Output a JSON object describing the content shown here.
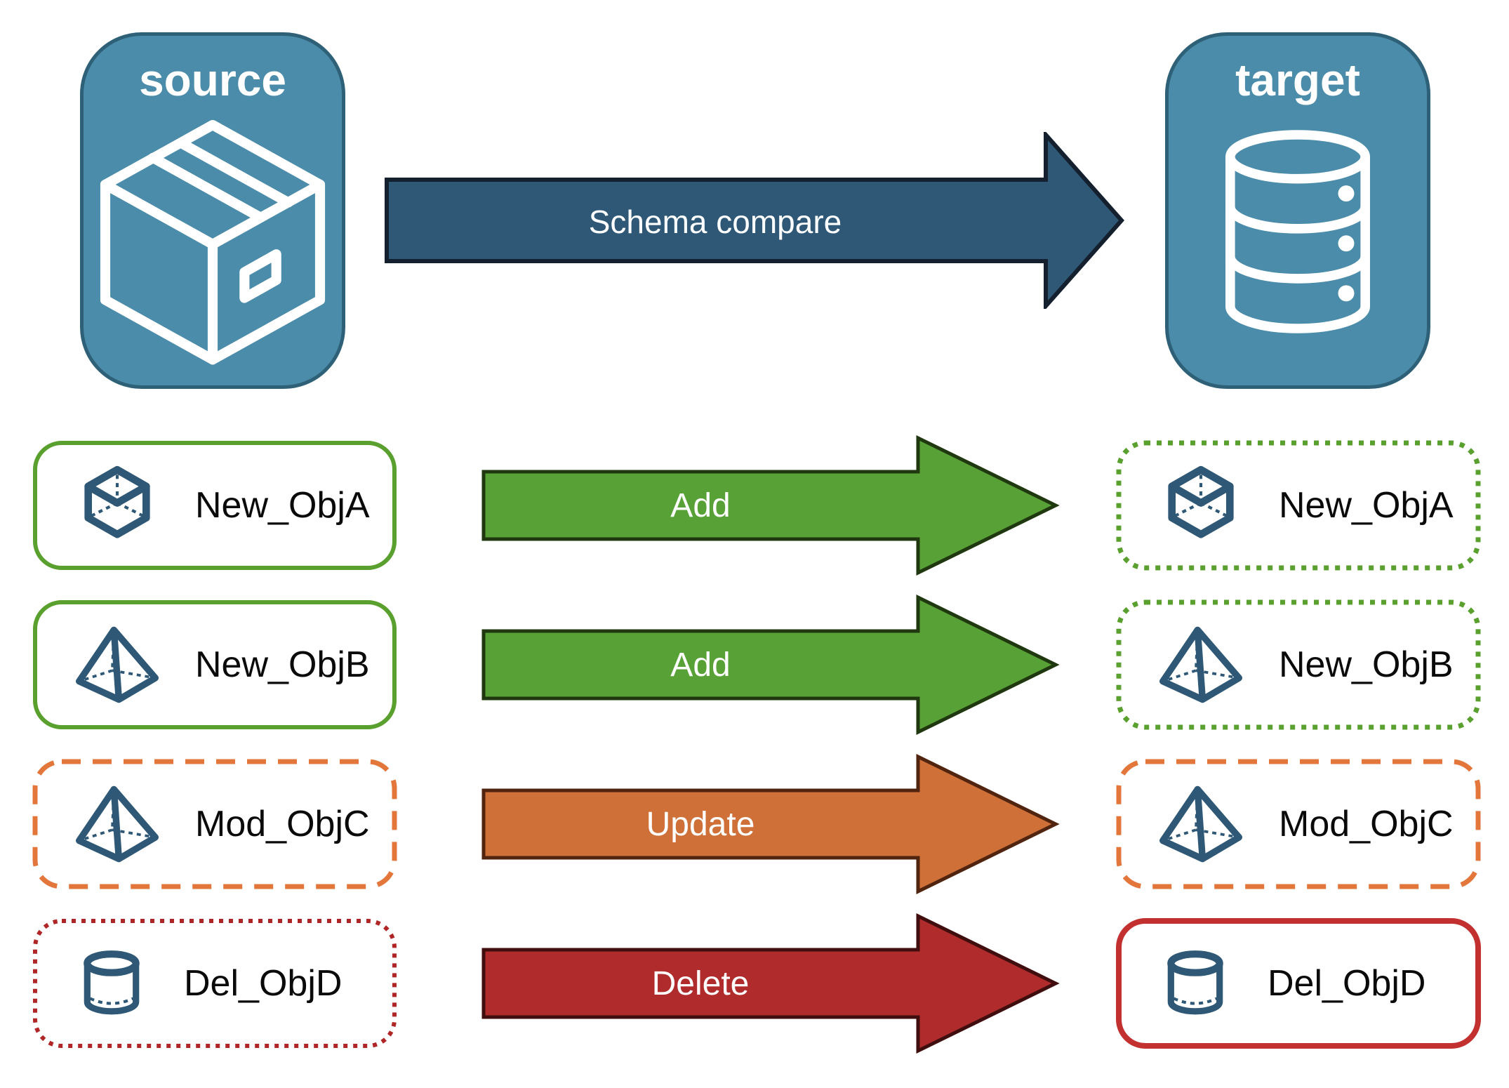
{
  "canvas": {
    "background": "#FFFFFF"
  },
  "header": {
    "source": {
      "label": "source",
      "icon": "package-icon",
      "fill": "#4A8CAA",
      "icon_color": "#FFFFFF"
    },
    "target": {
      "label": "target",
      "icon": "database-icon",
      "fill": "#4A8CAA",
      "icon_color": "#FFFFFF"
    },
    "compare": {
      "label": "Schema compare",
      "arrow_fill": "#2E5876",
      "text_color": "#FFFFFF"
    }
  },
  "rows": [
    {
      "object": "New_ObjA",
      "icon": "cube-icon",
      "action": "Add",
      "arrow_fill": "#58A136",
      "source_border": {
        "style": "solid",
        "color": "#5AA02F"
      },
      "target_border": {
        "style": "dotted",
        "color": "#5AA02F"
      }
    },
    {
      "object": "New_ObjB",
      "icon": "pyramid-icon",
      "action": "Add",
      "arrow_fill": "#58A136",
      "source_border": {
        "style": "solid",
        "color": "#5AA02F"
      },
      "target_border": {
        "style": "dotted",
        "color": "#5AA02F"
      }
    },
    {
      "object": "Mod_ObjC",
      "icon": "pyramid-icon",
      "action": "Update",
      "arrow_fill": "#CE7038",
      "source_border": {
        "style": "dashed",
        "color": "#E2763B"
      },
      "target_border": {
        "style": "dashed",
        "color": "#E2763B"
      }
    },
    {
      "object": "Del_ObjD",
      "icon": "cylinder-icon",
      "action": "Delete",
      "arrow_fill": "#B02B2B",
      "source_border": {
        "style": "dotted",
        "color": "#B02525"
      },
      "target_border": {
        "style": "solid",
        "color": "#C23030"
      }
    }
  ],
  "object_icon_color": "#2E5876",
  "object_text_color": "#0A0A0A"
}
